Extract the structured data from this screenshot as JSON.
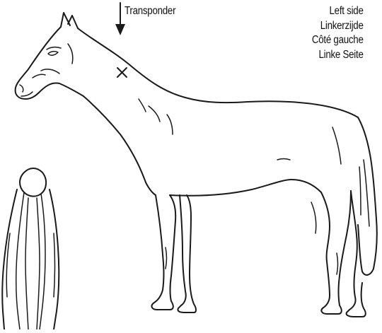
{
  "diagram": {
    "transponder_label": "Transponder",
    "side_labels": [
      "Left side",
      "Linkerzijde",
      "Côté gauche",
      "Linke Seite"
    ],
    "marker_symbol": "×",
    "line_color": "#1a1a1a",
    "background": "#ffffff"
  }
}
